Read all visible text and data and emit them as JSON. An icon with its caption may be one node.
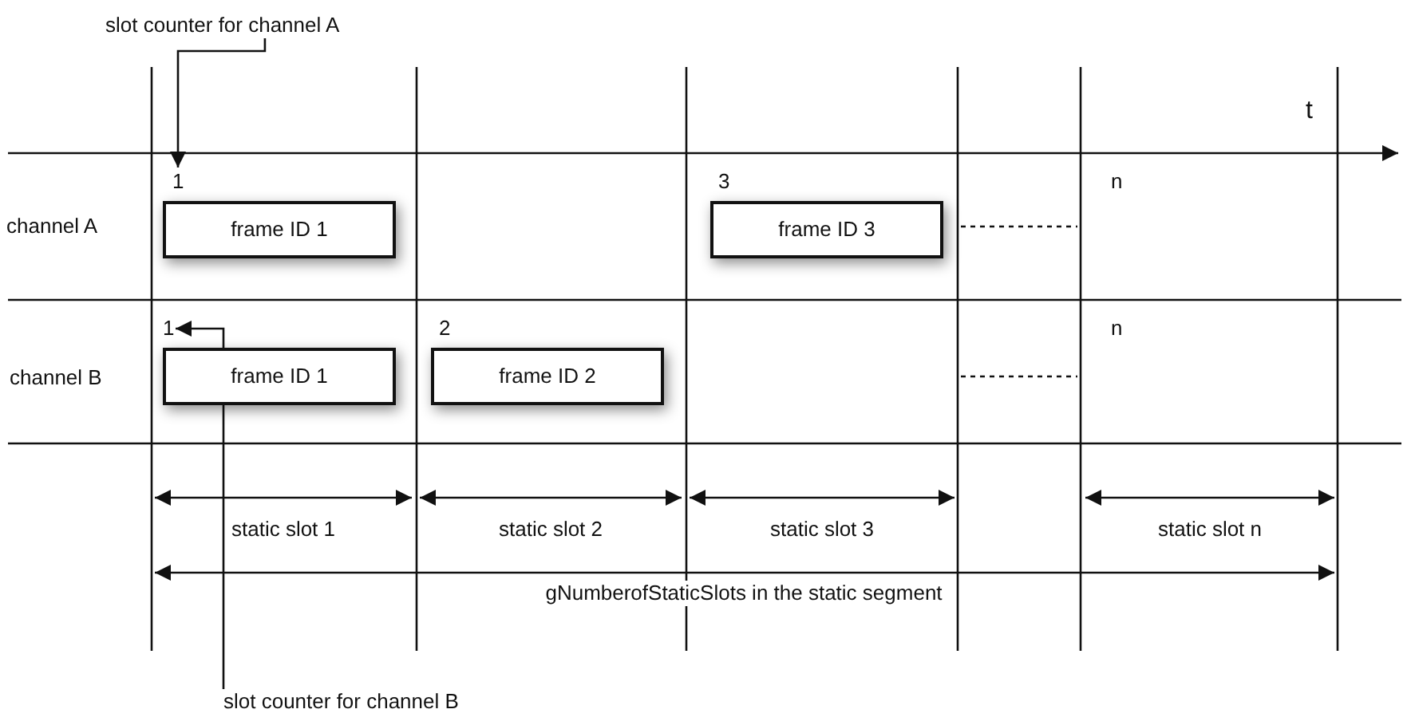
{
  "diagram": {
    "nodes": [
      {
        "text": [
          "slot counter for channel A"
        ]
      },
      {
        "text": [
          "1"
        ]
      },
      {
        "text": [
          "frame ID 1"
        ]
      },
      {
        "text": [
          "frame ID 3"
        ],
        "beside": [
          "3"
        ]
      },
      {
        "text": [
          "1"
        ]
      },
      {
        "text": [
          "frame ID 1"
        ]
      },
      {
        "text": [
          "frame ID 2"
        ],
        "beside": [
          "2"
        ]
      },
      {
        "text": [
          "slot counter for channel B"
        ]
      }
    ],
    "edges": [
      {
        "from": 0,
        "to": 1,
        "arrow": "to"
      },
      {
        "from": 7,
        "to": 4,
        "arrow": "to"
      }
    ],
    "labels": [
      "t",
      "channel A",
      "n",
      "channel B",
      "n",
      "static slot 1",
      "static slot 2",
      "static slot 3",
      "static slot n",
      "gNumberofStaticSlots in the static segment"
    ]
  }
}
